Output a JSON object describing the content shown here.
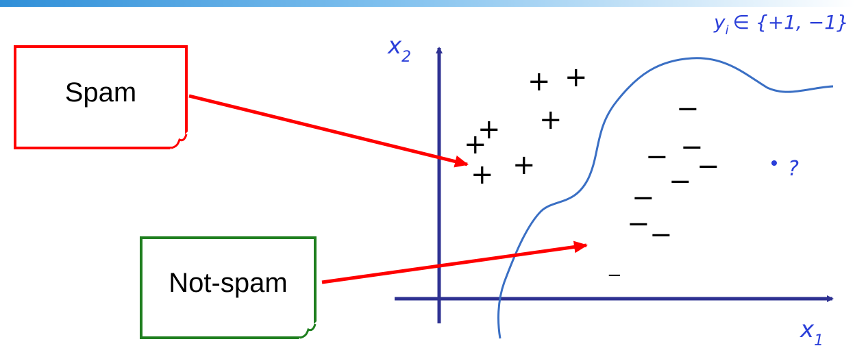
{
  "notes": {
    "spam_label": "Spam",
    "notspam_label": "Not-spam"
  },
  "axes": {
    "x_label": "x",
    "x_subscript": "1",
    "y_label": "x",
    "y_subscript": "2"
  },
  "annotation": {
    "label_set": "y",
    "label_set_sub": "i",
    "label_set_rest": "∈ {+1, −1}",
    "query_point": "?"
  },
  "symbols": {
    "positive": "+",
    "negative": "−"
  },
  "colors": {
    "spam_border": "#ff0000",
    "notspam_border": "#1f7f1f",
    "arrow": "#ff0000",
    "axes": "#2e3192",
    "boundary": "#3a6fc4",
    "handwriting": "#2b3fd9"
  }
}
